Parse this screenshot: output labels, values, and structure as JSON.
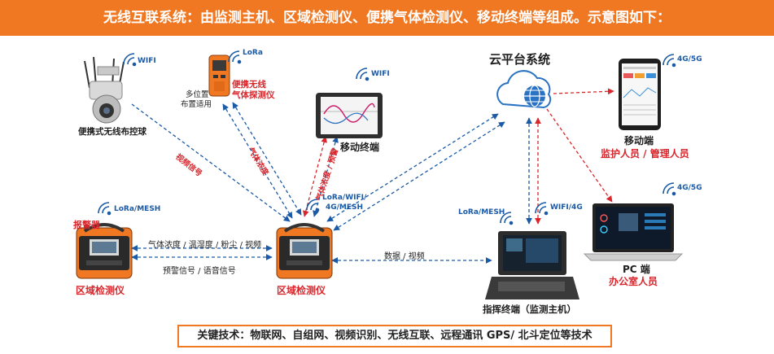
{
  "title": "无线互联系统：由监测主机、区域检测仪、便携气体检测仪、移动终端等组成。示意图如下：",
  "nodes": {
    "ball": {
      "label": "便携式无线布控球",
      "signal": "WIFI"
    },
    "gas_detector": {
      "label": "便携无线\n气体探测仪",
      "label_line1": "便携无线",
      "label_line2": "气体探测仪",
      "note_line1": "多位置",
      "note_line2": "布置适用",
      "signal": "LoRa"
    },
    "tablet": {
      "label": "移动终端",
      "signal": "WIFI"
    },
    "cloud": {
      "label": "云平台系统"
    },
    "phone": {
      "label": "移动端",
      "sub": "监护人员 / 管理人员",
      "signal": "4G/5G"
    },
    "laptop": {
      "label": "PC 端",
      "sub": "办公室人员",
      "signal": "4G/5G"
    },
    "area_left": {
      "label": "区域检测仪",
      "alarm": "报警器",
      "signal": "LoRa/MESH"
    },
    "area_center": {
      "label": "区域检测仪",
      "signal_line1": "LoRa/WIFI/",
      "signal_line2": "4G/MESH"
    },
    "host": {
      "label": "指挥终端（监测主机）",
      "signal_left": "LoRa/MESH",
      "signal_right": "WIFI/4G"
    }
  },
  "edges": {
    "video_signal": "视频信号",
    "gas_concentration": "气体浓度",
    "gas_and_alarm": "气体浓度 / 预警",
    "left_top": "气体浓度 / 温湿度 / 粉尘 / 视频",
    "left_bottom": "预警信号 / 语音信号",
    "data_video": "数据 / 视频"
  },
  "footer": "关键技术：物联网、自组网、视频识别、无线互联、远程通讯 GPS/ 北斗定位等技术",
  "colors": {
    "accent": "#f07822",
    "alert_red": "#d9262c",
    "link_blue": "#1a5aa6",
    "device_orange": "#f07822",
    "device_dark": "#2a2a2a"
  }
}
